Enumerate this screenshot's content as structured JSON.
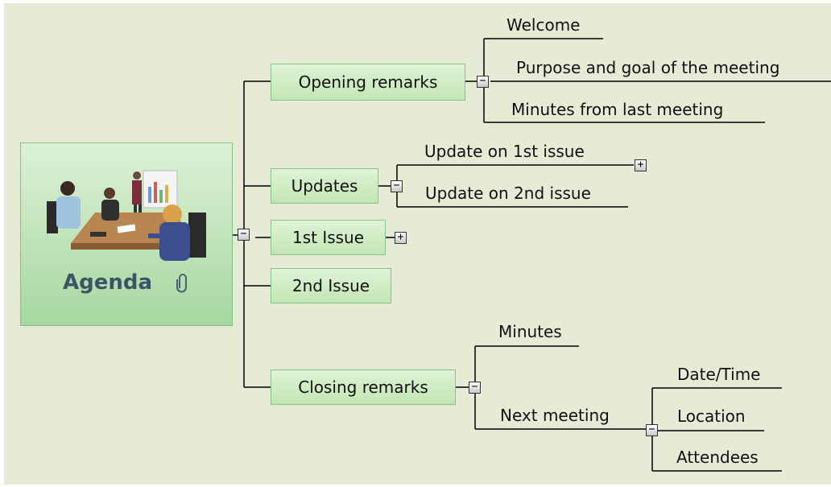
{
  "central": {
    "title": "Agenda",
    "image_icon": "meeting-image",
    "attachment_icon": "paperclip-icon"
  },
  "topics": {
    "opening": "Opening remarks",
    "updates": "Updates",
    "issue1": "1st Issue",
    "issue2": "2nd Issue",
    "closing": "Closing remarks"
  },
  "subtopics": {
    "welcome": "Welcome",
    "purpose": "Purpose and goal of the meeting",
    "minutes_last": "Minutes from last meeting",
    "update1": "Update on 1st issue",
    "update2": "Update on 2nd issue",
    "minutes": "Minutes",
    "next_meeting": "Next meeting",
    "date_time": "Date/Time",
    "location": "Location",
    "attendees": "Attendees"
  },
  "toggles": {
    "collapse": "−",
    "expand": "+"
  },
  "colors": {
    "background": "#e6ebd6",
    "topic_fill": "#c8e8bb",
    "topic_border": "#86c38a",
    "line": "#000000",
    "central_title": "#3c5466"
  }
}
